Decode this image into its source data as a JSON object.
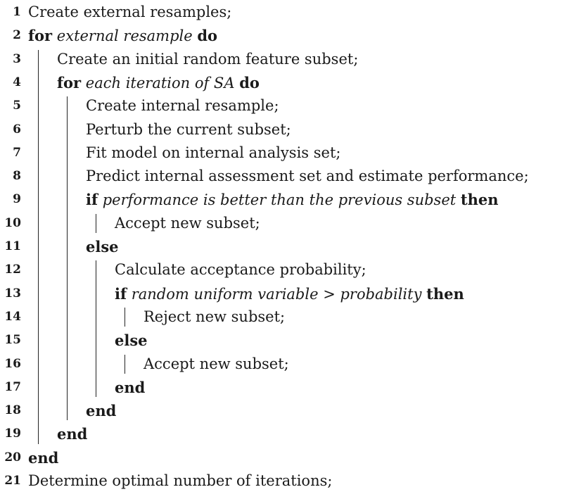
{
  "lines": [
    {
      "num": "1",
      "indent": 0,
      "parts": [
        {
          "t": "Create external resamples;",
          "s": "n"
        }
      ]
    },
    {
      "num": "2",
      "indent": 0,
      "parts": [
        {
          "t": "for",
          "s": "b"
        },
        {
          "t": " ",
          "s": "n"
        },
        {
          "t": "external resample",
          "s": "i"
        },
        {
          "t": " ",
          "s": "n"
        },
        {
          "t": "do",
          "s": "b"
        }
      ]
    },
    {
      "num": "3",
      "indent": 1,
      "parts": [
        {
          "t": "Create an initial random feature subset;",
          "s": "n"
        }
      ]
    },
    {
      "num": "4",
      "indent": 1,
      "parts": [
        {
          "t": "for",
          "s": "b"
        },
        {
          "t": " ",
          "s": "n"
        },
        {
          "t": "each iteration of SA",
          "s": "i"
        },
        {
          "t": " ",
          "s": "n"
        },
        {
          "t": "do",
          "s": "b"
        }
      ]
    },
    {
      "num": "5",
      "indent": 2,
      "parts": [
        {
          "t": "Create internal resample;",
          "s": "n"
        }
      ]
    },
    {
      "num": "6",
      "indent": 2,
      "parts": [
        {
          "t": "Perturb the current subset;",
          "s": "n"
        }
      ]
    },
    {
      "num": "7",
      "indent": 2,
      "parts": [
        {
          "t": "Fit model on internal analysis set;",
          "s": "n"
        }
      ]
    },
    {
      "num": "8",
      "indent": 2,
      "parts": [
        {
          "t": "Predict internal assessment set and estimate performance;",
          "s": "n"
        }
      ]
    },
    {
      "num": "9",
      "indent": 2,
      "parts": [
        {
          "t": "if",
          "s": "b"
        },
        {
          "t": " ",
          "s": "n"
        },
        {
          "t": "performance is better than the previous subset",
          "s": "i"
        },
        {
          "t": " ",
          "s": "n"
        },
        {
          "t": "then",
          "s": "b"
        }
      ]
    },
    {
      "num": "10",
      "indent": 3,
      "parts": [
        {
          "t": "Accept new subset;",
          "s": "n"
        }
      ]
    },
    {
      "num": "11",
      "indent": 2,
      "parts": [
        {
          "t": "else",
          "s": "b"
        }
      ]
    },
    {
      "num": "12",
      "indent": 3,
      "parts": [
        {
          "t": "Calculate acceptance probability;",
          "s": "n"
        }
      ]
    },
    {
      "num": "13",
      "indent": 3,
      "parts": [
        {
          "t": "if",
          "s": "b"
        },
        {
          "t": " ",
          "s": "n"
        },
        {
          "t": "random uniform variable > probability",
          "s": "i"
        },
        {
          "t": " ",
          "s": "n"
        },
        {
          "t": "then",
          "s": "b"
        }
      ]
    },
    {
      "num": "14",
      "indent": 4,
      "parts": [
        {
          "t": "Reject new subset;",
          "s": "n"
        }
      ]
    },
    {
      "num": "15",
      "indent": 3,
      "parts": [
        {
          "t": "else",
          "s": "b"
        }
      ]
    },
    {
      "num": "16",
      "indent": 4,
      "parts": [
        {
          "t": "Accept new subset;",
          "s": "n"
        }
      ]
    },
    {
      "num": "17",
      "indent": 3,
      "parts": [
        {
          "t": "end",
          "s": "b"
        }
      ]
    },
    {
      "num": "18",
      "indent": 2,
      "parts": [
        {
          "t": "end",
          "s": "b"
        }
      ]
    },
    {
      "num": "19",
      "indent": 1,
      "parts": [
        {
          "t": "end",
          "s": "b"
        }
      ]
    },
    {
      "num": "20",
      "indent": 0,
      "parts": [
        {
          "t": "end",
          "s": "b"
        }
      ]
    },
    {
      "num": "21",
      "indent": 0,
      "parts": [
        {
          "t": "Determine optimal number of iterations;",
          "s": "n"
        }
      ]
    }
  ]
}
